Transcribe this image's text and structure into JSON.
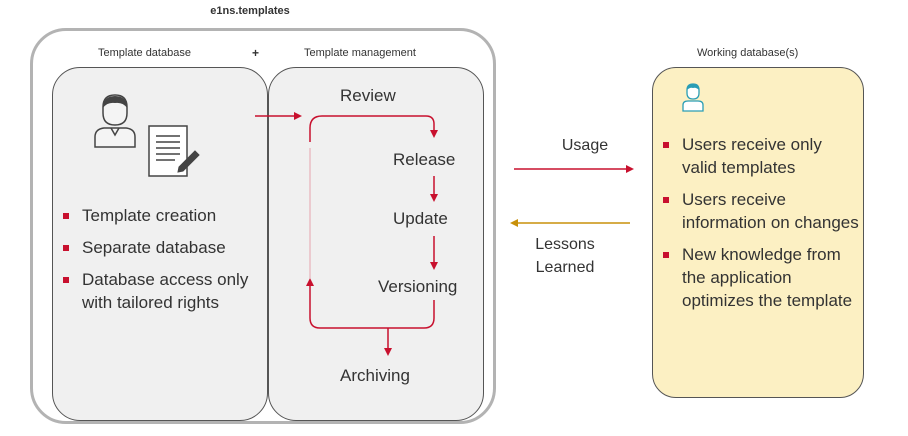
{
  "title": "e1ns.templates",
  "headers": {
    "template_database": "Template database",
    "plus": "+",
    "template_management": "Template management",
    "working_database": "Working database(s)"
  },
  "template_database": {
    "bullets": [
      "Template creation",
      "Separate database",
      "Database access only with tailored rights"
    ]
  },
  "template_management": {
    "steps": {
      "review": "Review",
      "release": "Release",
      "update": "Update",
      "versioning": "Versioning",
      "archiving": "Archiving"
    }
  },
  "arrows": {
    "usage": "Usage",
    "lessons_line1": "Lessons",
    "lessons_line2": "Learned"
  },
  "working_database": {
    "bullets": [
      "Users receive only valid templates",
      "Users receive information on changes",
      "New knowledge from the application optimizes the template"
    ]
  },
  "colors": {
    "accent_red": "#c8102e",
    "feedback_gold": "#c8900a",
    "working_bg": "#fcf0c3",
    "icon_teal": "#2a9db5"
  },
  "icons": [
    "user-icon",
    "document-pen-icon",
    "user-teal-icon"
  ]
}
